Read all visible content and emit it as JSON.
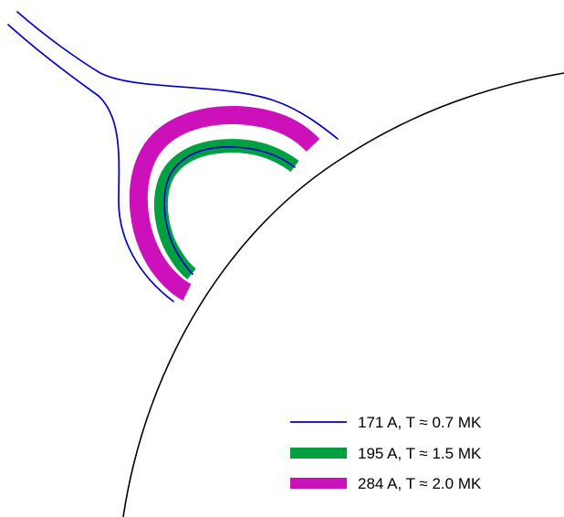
{
  "colors": {
    "background": "#ffffff",
    "solar_limb": "#000000",
    "line_171": "#0000cc",
    "line_195": "#00a040",
    "line_284": "#cc11bb"
  },
  "legend": {
    "items": [
      {
        "label": "171 A, T ≈ 0.7 MK",
        "color": "#0000cc",
        "style": "thin-line"
      },
      {
        "label": "195 A, T ≈ 1.5 MK",
        "color": "#00a040",
        "style": "thick-band"
      },
      {
        "label": "284 A, T ≈ 2.0 MK",
        "color": "#cc11bb",
        "style": "thick-band"
      }
    ]
  }
}
